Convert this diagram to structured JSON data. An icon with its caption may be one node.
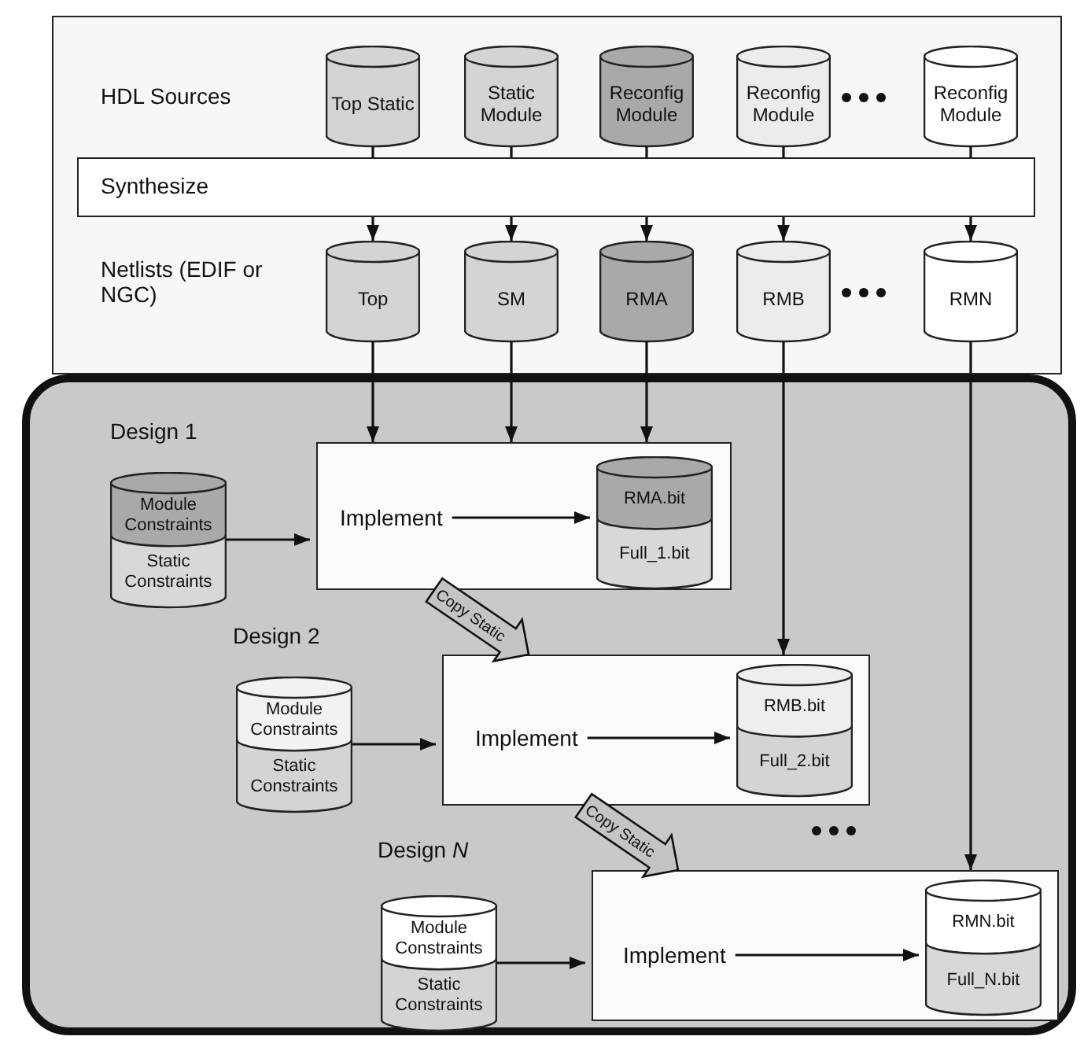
{
  "diagram": {
    "nodes": [
      {
        "text": [
          "HDL Sources",
          "Netlists (EDIF or NGC)"
        ]
      },
      {
        "text": [
          "Top Static"
        ],
        "in": 0
      },
      {
        "text": [
          "Static Module"
        ],
        "in": 0
      },
      {
        "text": [
          "Reconfig Module"
        ],
        "in": 0
      },
      {
        "text": [
          "Reconfig Module"
        ],
        "in": 0
      },
      {
        "text": [
          "Reconfig Module"
        ],
        "in": 0
      },
      {
        "text": [
          "Synthesize"
        ],
        "in": 0
      },
      {
        "text": [
          "Top"
        ],
        "in": 0
      },
      {
        "text": [
          "SM"
        ],
        "in": 0
      },
      {
        "text": [
          "RMA"
        ],
        "in": 0
      },
      {
        "text": [
          "RMB"
        ],
        "in": 0
      },
      {
        "text": [
          "RMN"
        ],
        "in": 0
      },
      {
        "text": [],
        "shape": "box"
      },
      {
        "text": [
          "Module Constraints",
          "Static Constraints"
        ],
        "in": 12
      },
      {
        "text": [],
        "shape": "box",
        "in": 12
      },
      {
        "text": [
          "Implement"
        ],
        "in": 14
      },
      {
        "text": [
          "RMA.bit",
          "Full_1.bit"
        ],
        "in": 14
      },
      {
        "text": [
          "Module Constraints",
          "Static Constraints"
        ],
        "in": 12
      },
      {
        "text": [],
        "shape": "box",
        "in": 12
      },
      {
        "text": [
          "Implement"
        ],
        "in": 18
      },
      {
        "text": [
          "RMB.bit",
          "Full_2.bit"
        ],
        "in": 18
      },
      {
        "text": [
          "Module Constraints",
          "Static Constraints"
        ],
        "in": 12
      },
      {
        "text": [],
        "shape": "box",
        "in": 12
      },
      {
        "text": [
          "Implement"
        ],
        "in": 22
      },
      {
        "text": [
          "RMN.bit",
          "Full_N.bit"
        ],
        "in": 22
      }
    ],
    "edges": [
      {
        "from": 1,
        "to": 6,
        "arrow": "none"
      },
      {
        "from": 2,
        "to": 6,
        "arrow": "none"
      },
      {
        "from": 3,
        "to": 6,
        "arrow": "none"
      },
      {
        "from": 4,
        "to": 6,
        "arrow": "none"
      },
      {
        "from": 5,
        "to": 6,
        "arrow": "none"
      },
      {
        "from": 6,
        "to": 7,
        "arrow": "to"
      },
      {
        "from": 6,
        "to": 8,
        "arrow": "to"
      },
      {
        "from": 6,
        "to": 9,
        "arrow": "to"
      },
      {
        "from": 6,
        "to": 10,
        "arrow": "to"
      },
      {
        "from": 6,
        "to": 11,
        "arrow": "to"
      },
      {
        "from": 7,
        "to": 14,
        "arrow": "to"
      },
      {
        "from": 8,
        "to": 14,
        "arrow": "to"
      },
      {
        "from": 9,
        "to": 14,
        "arrow": "to"
      },
      {
        "from": 10,
        "to": 18,
        "arrow": "to"
      },
      {
        "from": 11,
        "to": 22,
        "arrow": "to"
      },
      {
        "from": 13,
        "to": 14,
        "arrow": "to"
      },
      {
        "from": 15,
        "to": 16,
        "arrow": "to"
      },
      {
        "from": 14,
        "to": 18,
        "arrow": "to",
        "label": "Copy Static",
        "style": "thick"
      },
      {
        "from": 17,
        "to": 18,
        "arrow": "to"
      },
      {
        "from": 19,
        "to": 20,
        "arrow": "to"
      },
      {
        "from": 18,
        "to": 22,
        "arrow": "to",
        "label": "Copy Static",
        "style": "thick"
      },
      {
        "from": 21,
        "to": 22,
        "arrow": "to"
      },
      {
        "from": 23,
        "to": 24,
        "arrow": "to"
      }
    ],
    "labels": [
      "Design 1",
      "Design 2",
      "Design *N*"
    ]
  }
}
